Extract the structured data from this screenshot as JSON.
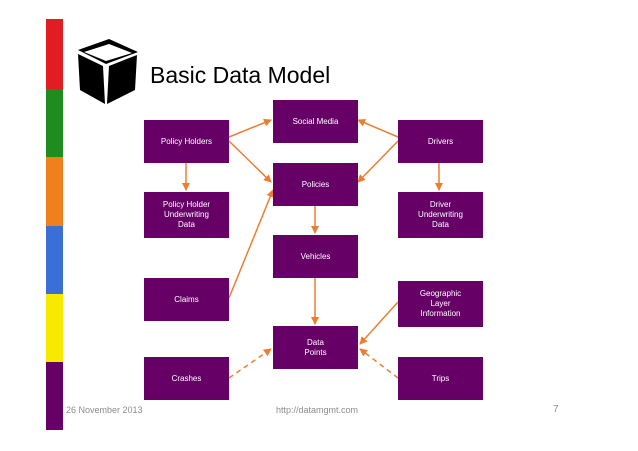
{
  "slide": {
    "title": "Basic Data Model",
    "footer_date": "26 November 2013",
    "footer_url": "http://datamgmt.com",
    "page_number": "7"
  },
  "colors": {
    "box_fill": "#660066",
    "arrow": "#ED7D31",
    "stripes": [
      "#E31B23",
      "#1E8C1E",
      "#F07F1E",
      "#3A6FD8",
      "#F7EA00",
      "#660066"
    ]
  },
  "diagram": {
    "nodes": {
      "social_media": "Social Media",
      "policy_holders": "Policy Holders",
      "drivers": "Drivers",
      "policies": "Policies",
      "policy_holder_underwriting": "Policy Holder\nUnderwriting\nData",
      "driver_underwriting": "Driver\nUnderwriting\nData",
      "vehicles": "Vehicles",
      "claims": "Claims",
      "geographic_layer": "Geographic\nLayer\nInformation",
      "data_points": "Data\nPoints",
      "crashes": "Crashes",
      "trips": "Trips"
    }
  }
}
